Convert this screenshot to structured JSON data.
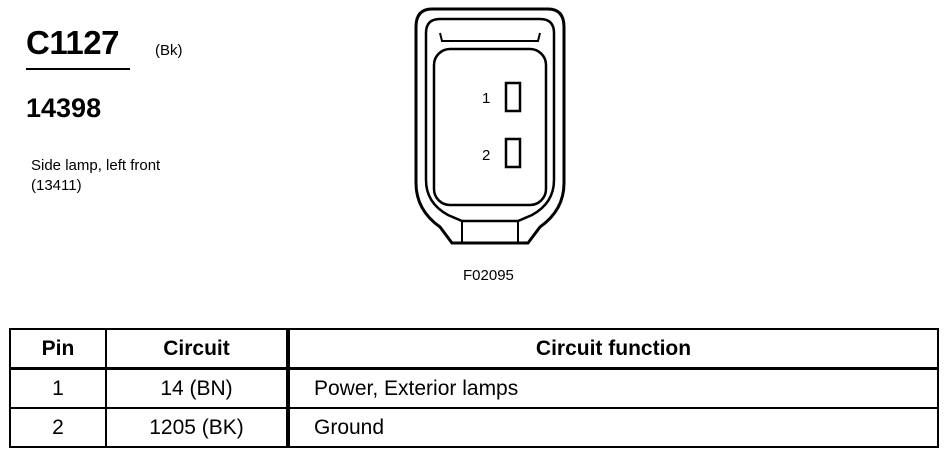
{
  "connector": {
    "id": "C1127",
    "color": "(Bk)",
    "part_number": "14398",
    "description_line1": "Side lamp, left front",
    "description_line2": "(13411)",
    "figure_ref": "F02095",
    "pins": [
      {
        "label": "1"
      },
      {
        "label": "2"
      }
    ]
  },
  "table": {
    "headers": {
      "pin": "Pin",
      "circuit": "Circuit",
      "function": "Circuit function"
    },
    "rows": [
      {
        "pin": "1",
        "circuit": "14 (BN)",
        "function": "Power, Exterior lamps"
      },
      {
        "pin": "2",
        "circuit": "1205 (BK)",
        "function": "Ground"
      }
    ]
  }
}
